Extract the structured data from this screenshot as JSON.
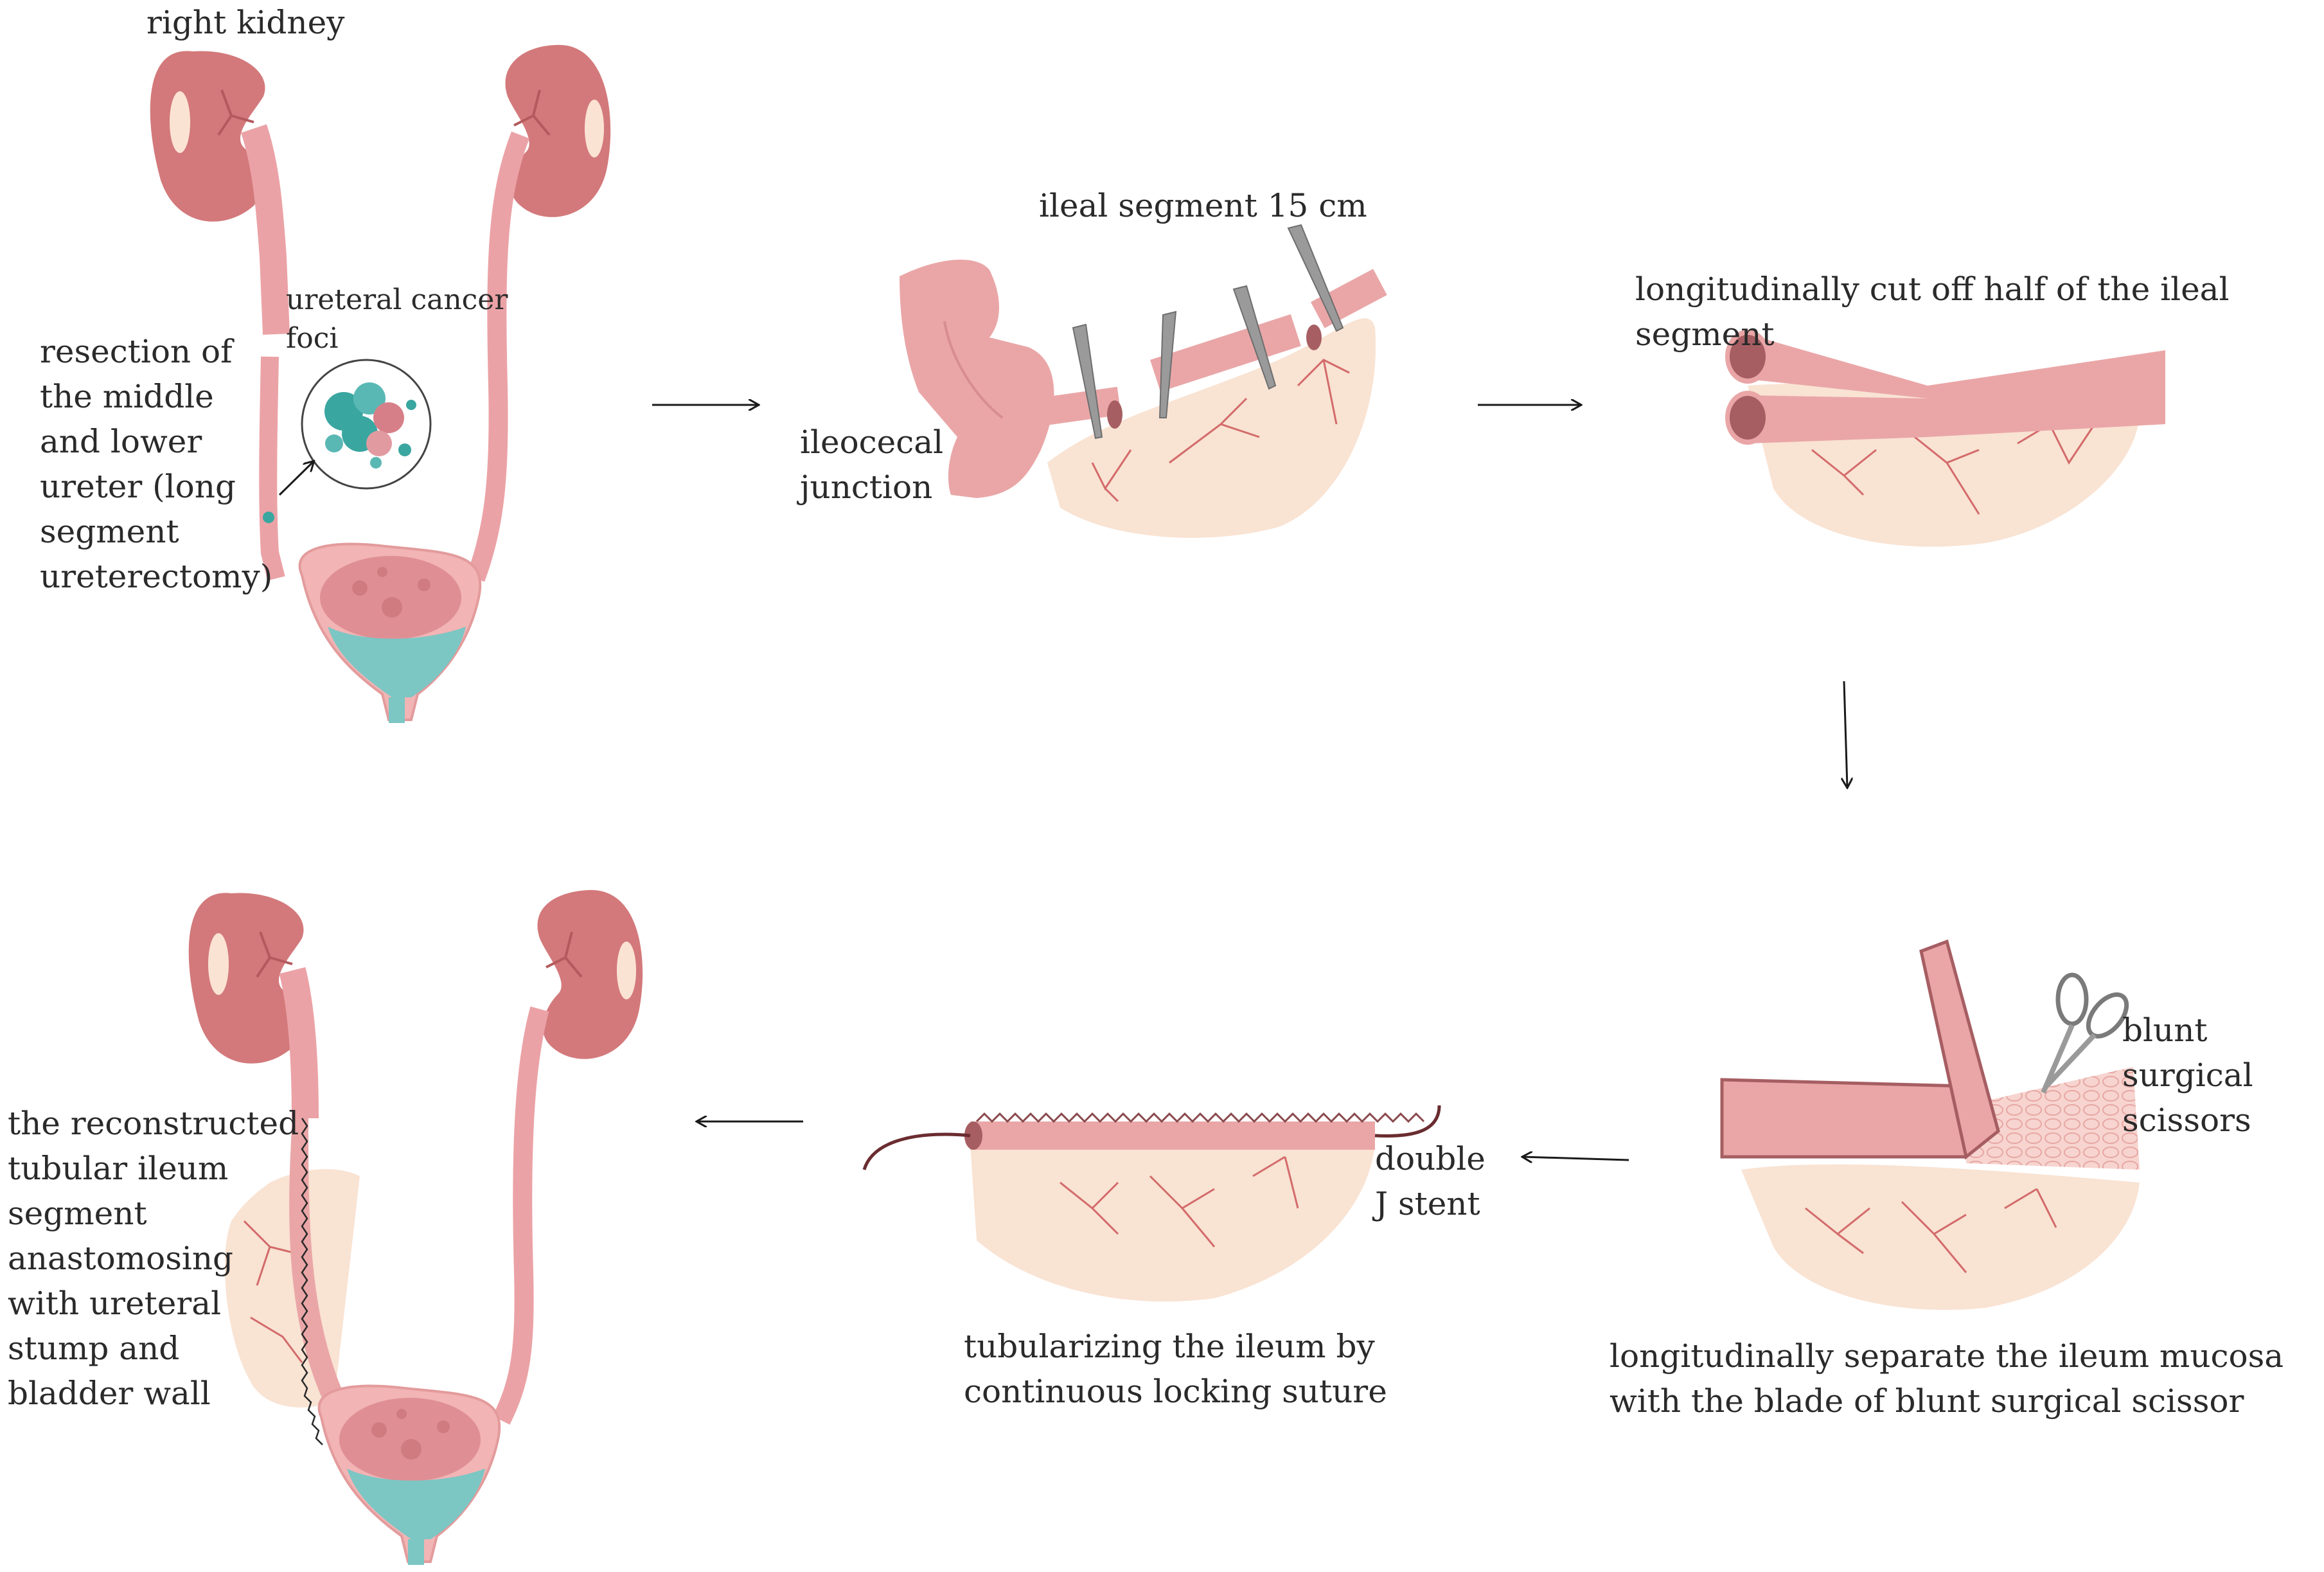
{
  "labels": {
    "right_kidney": "right kidney",
    "cancer_foci": "ureteral cancer\nfoci",
    "resection": "resection of\nthe middle\nand lower\nureter (long\nsegment\nureterectomy)",
    "ileal_segment": "ileal segment 15 cm",
    "ileocecal": "ileocecal\njunction",
    "longitudinal_cut": "longitudinally cut off half of the  ileal segment",
    "scissors": "blunt surgical\nscissors",
    "separate_mucosa": "longitudinally separate the ileum mucosa\nwith the blade of  blunt surgical scissor",
    "double_j": "double\nJ stent",
    "tubularizing": "tubularizing the ileum by\ncontinuous locking suture",
    "reconstructed": "the reconstructed\ntubular ileum\nsegment\nanastomosing\nwith ureteral\nstump  and\nbladder wall"
  },
  "colors": {
    "kidney": "#d3797b",
    "kidney_dark": "#b45a5e",
    "ureter": "#eba2a6",
    "bladder": "#f2b4b4",
    "bladder_inner": "#df8f94",
    "urine": "#7cc6c4",
    "ileum": "#eaa6a7",
    "ileum_dark": "#a65e62",
    "mesentery": "#f9e3d3",
    "vessel": "#d36b6b",
    "cancer": "#3aa6a0",
    "cancer_red": "#d77f88",
    "blade": "#9a9a9a",
    "arrow": "#1a1a1a"
  }
}
